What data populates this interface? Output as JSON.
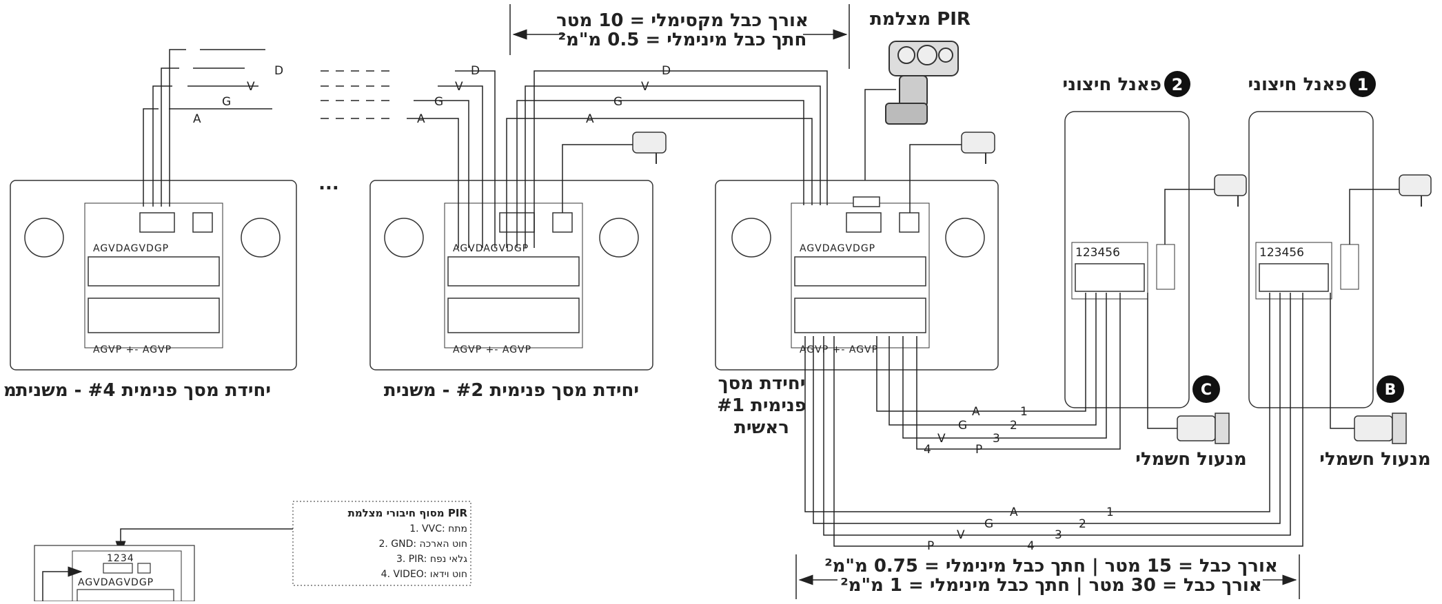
{
  "cable_top": {
    "max_length": "אורך כבל מקסימלי = 10 מטר",
    "min_section": "חתך כבל מינימלי = 0.5 מ\"מ²"
  },
  "cable_bottom": {
    "line1": "אורך כבל = 15 מטר  |  חתך כבל מינימלי = 0.75 מ\"מ²",
    "line2": "אורך כבל = 30 מטר  |  חתך כבל מינימלי = 1 מ\"מ²"
  },
  "pir_camera": "מצלמת PIR",
  "panel_1": {
    "number": "1",
    "title": "פאנל חיצוני",
    "circle_letter": "B",
    "lock": "מנעול חשמלי"
  },
  "panel_2": {
    "number": "2",
    "title": "פאנל חיצוני",
    "circle_letter": "C",
    "lock": "מנעול חשמלי"
  },
  "unit_main": {
    "line1": "יחידת מסך",
    "line2": "פנימית #1",
    "line3": "ראשית"
  },
  "unit_2": "יחידת מסך פנימית #2 - משנית",
  "unit_4": "יחידת מסך פנימית #4  - משנית",
  "unit_edge": "מ",
  "ellipsis": "...",
  "wire_letters": {
    "D": "D",
    "V": "V",
    "G": "G",
    "A": "A",
    "P": "P"
  },
  "wire_numbers": [
    "1",
    "2",
    "3",
    "4"
  ],
  "terminal_labels": {
    "top_row": "AGVDAGVDGP",
    "bottom_row": "AGVP +-  AGVP",
    "panel_row": "123456"
  },
  "pir_note": {
    "title": "מסוף חיבורי מצלמת PIR",
    "items": [
      "1. VVC: מתח",
      "2. GND: חוט הארכה",
      "3. PIR: גלאי נפח",
      "4. VIDEO: חוט וידאו"
    ],
    "zoom_pins": "1234",
    "zoom_row": "AGVDAGVDGP"
  }
}
